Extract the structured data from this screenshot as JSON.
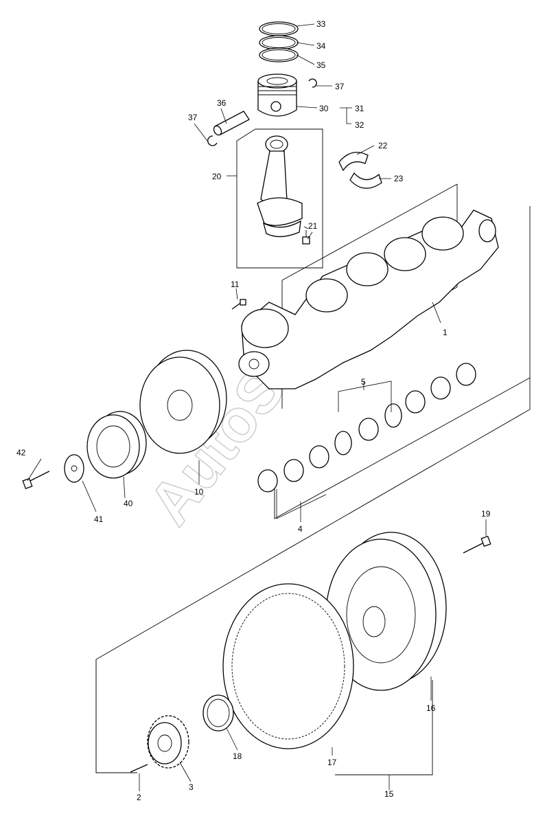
{
  "watermark": "AutoSoft",
  "callouts": {
    "c1": "1",
    "c2": "2",
    "c3": "3",
    "c4": "4",
    "c5": "5",
    "c10": "10",
    "c11": "11",
    "c15": "15",
    "c16": "16",
    "c17": "17",
    "c18": "18",
    "c19": "19",
    "c20": "20",
    "c21": "21",
    "c22": "22",
    "c23": "23",
    "c30": "30",
    "c31": "31",
    "c32": "32",
    "c33": "33",
    "c34": "34",
    "c35": "35",
    "c36": "36",
    "c37a": "37",
    "c37b": "37",
    "c40": "40",
    "c41": "41",
    "c42": "42"
  }
}
